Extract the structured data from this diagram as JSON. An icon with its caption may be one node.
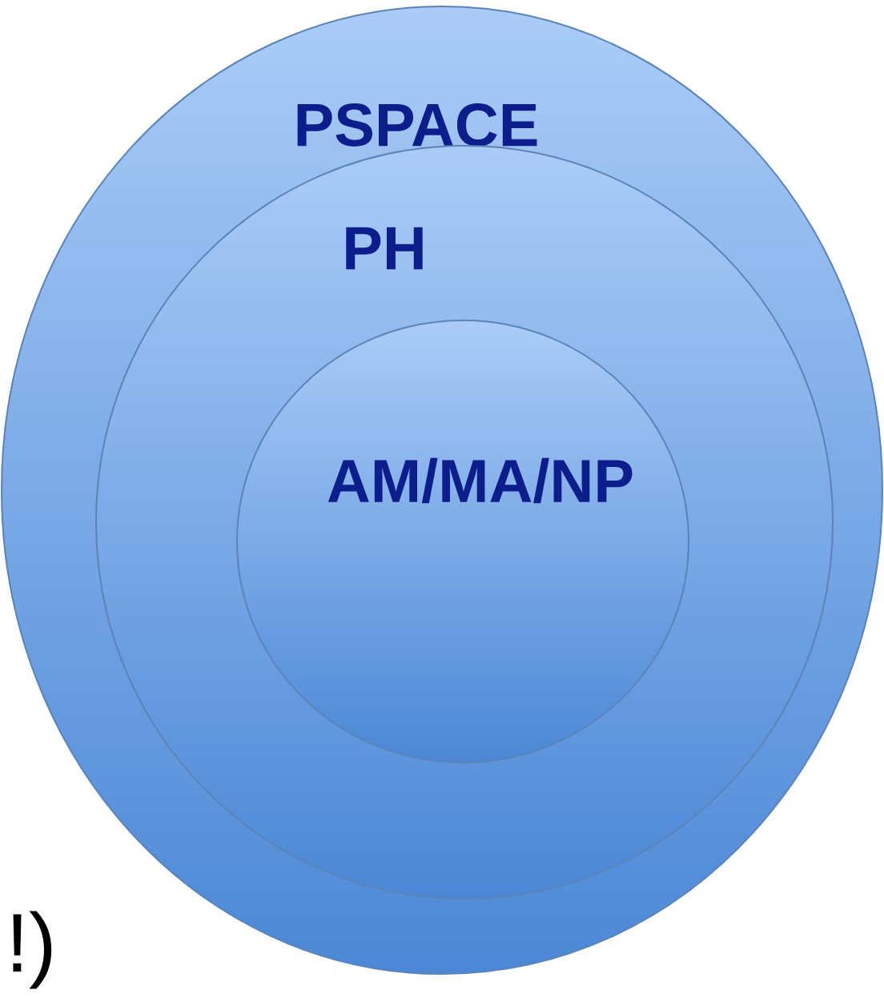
{
  "diagram": {
    "nodes": [
      {
        "text": [
          "PSPACE"
        ]
      },
      {
        "text": [
          "PH"
        ],
        "in": 0
      },
      {
        "text": [
          "AM/MA/NP"
        ],
        "in": 1
      }
    ],
    "labels": [
      "!)"
    ]
  }
}
